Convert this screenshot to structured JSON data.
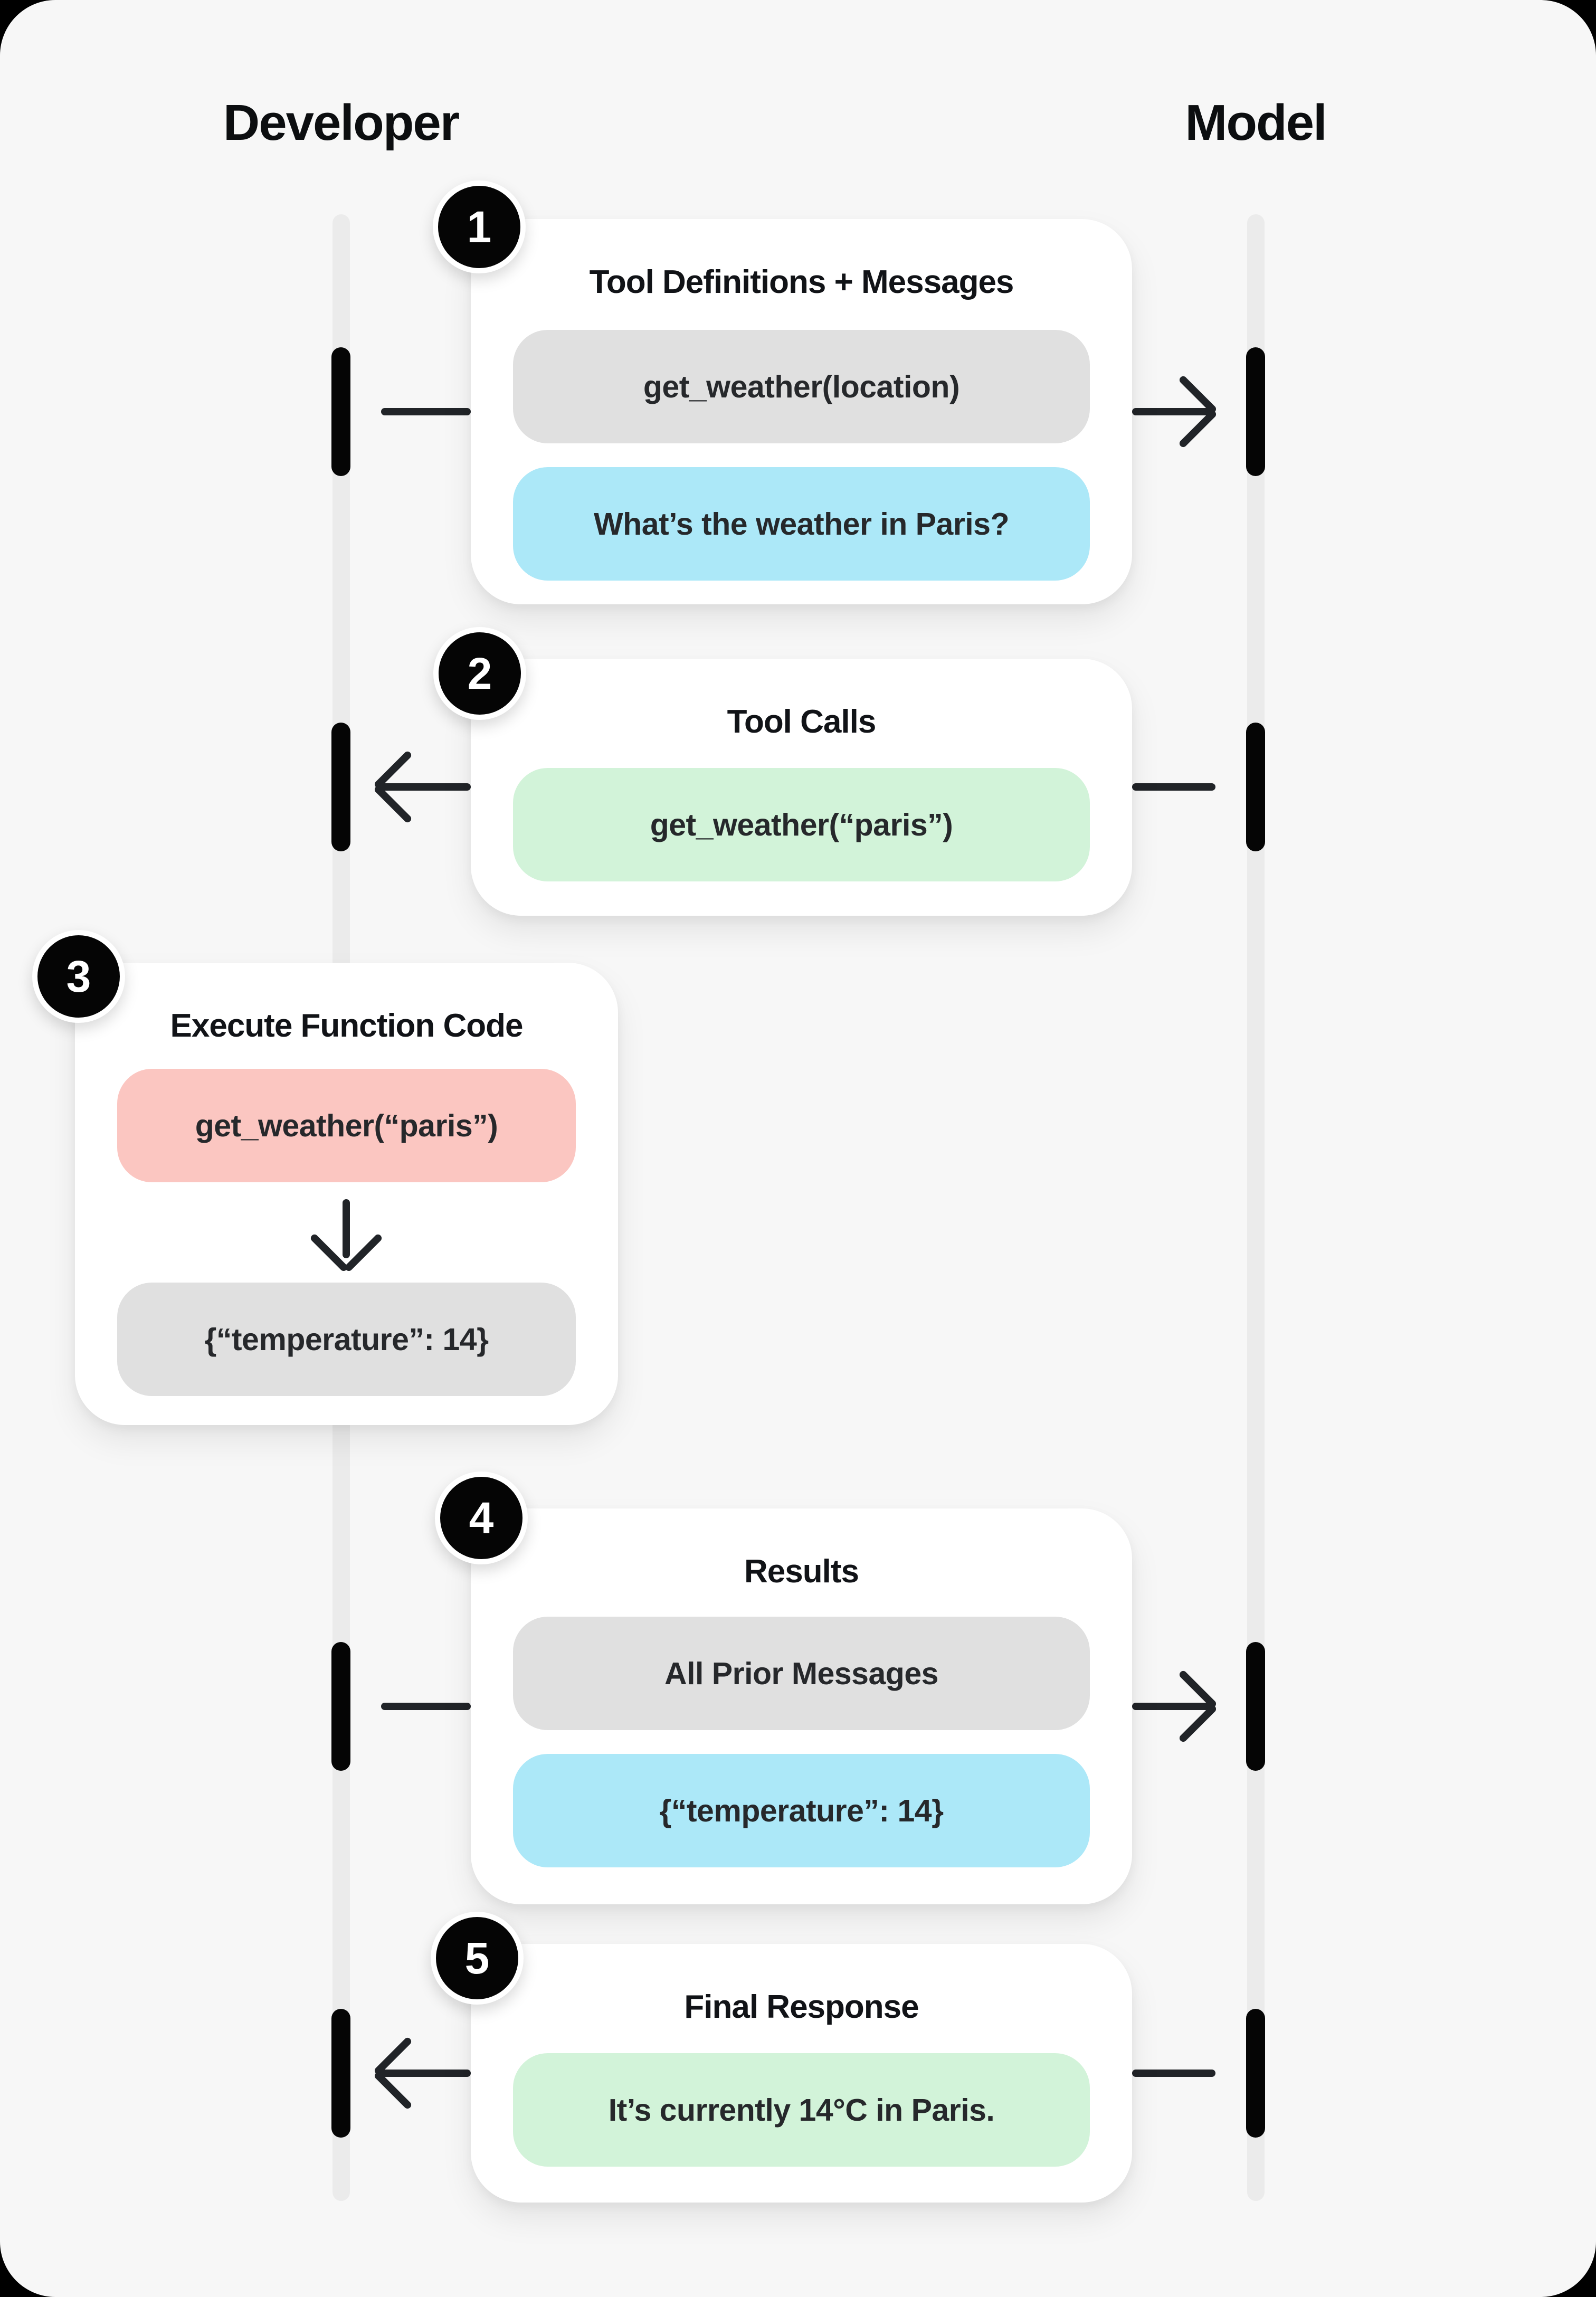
{
  "page": {
    "background": "#000000",
    "canvas_background": "#f7f7f7"
  },
  "actors": [
    {
      "label": "Developer"
    },
    {
      "label": "Model"
    }
  ],
  "steps": [
    {
      "num": "1",
      "title": "Tool Definitions + Messages",
      "direction": "developer-to-model",
      "pills": [
        {
          "text": "get_weather(location)",
          "color_name": "gray"
        },
        {
          "text": "What’s the weather in Paris?",
          "color_name": "blue"
        }
      ]
    },
    {
      "num": "2",
      "title": "Tool Calls",
      "direction": "model-to-developer",
      "pills": [
        {
          "text": "get_weather(“paris”)",
          "color_name": "green"
        }
      ]
    },
    {
      "num": "3",
      "title": "Execute Function Code",
      "direction": "developer-internal",
      "pills": [
        {
          "text": "get_weather(“paris”)",
          "color_name": "red"
        },
        {
          "text": "{“temperature”: 14}",
          "color_name": "gray"
        }
      ]
    },
    {
      "num": "4",
      "title": "Results",
      "direction": "developer-to-model",
      "pills": [
        {
          "text": "All Prior Messages",
          "color_name": "gray"
        },
        {
          "text": "{“temperature”: 14}",
          "color_name": "blue"
        }
      ]
    },
    {
      "num": "5",
      "title": "Final Response",
      "direction": "model-to-developer",
      "pills": [
        {
          "text": "It’s currently 14°C in Paris.",
          "color_name": "green"
        }
      ]
    }
  ],
  "colors": {
    "pill_gray": "#e0e0e0",
    "pill_blue": "#ace8f8",
    "pill_green": "#d2f3d9",
    "pill_red": "#fbc6c1",
    "card": "#ffffff",
    "lifeline_band": "#ebebeb",
    "activation_bar": "#050505",
    "arrow": "#212428",
    "text": "#26282b"
  }
}
